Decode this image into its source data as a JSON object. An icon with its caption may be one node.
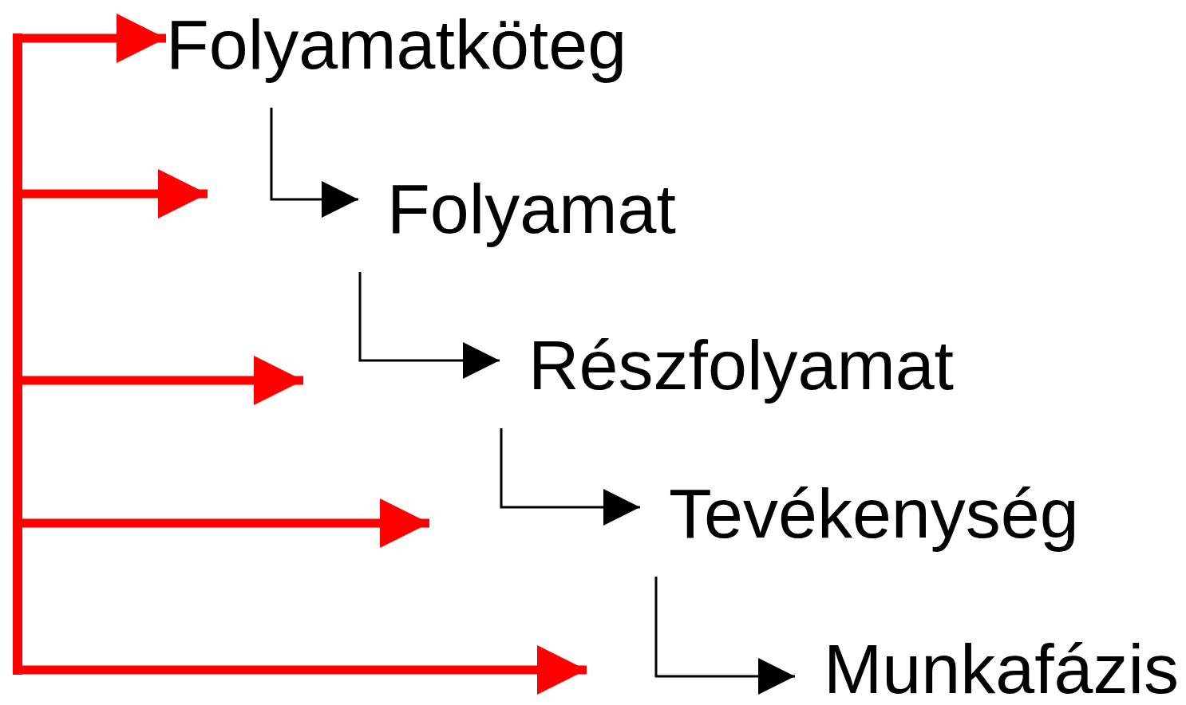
{
  "diagram": {
    "nodes": [
      {
        "text": [
          "Folyamatköteg"
        ]
      },
      {
        "text": [
          "Folyamat"
        ]
      },
      {
        "text": [
          "Részfolyamat"
        ]
      },
      {
        "text": [
          "Tevékenység"
        ]
      },
      {
        "text": [
          "Munkafázis"
        ]
      },
      {
        "text": [],
        "shape": "bar"
      }
    ],
    "edges": [
      {
        "from": 0,
        "to": 1,
        "arrow": "to",
        "color": "#000000"
      },
      {
        "from": 1,
        "to": 2,
        "arrow": "to",
        "color": "#000000"
      },
      {
        "from": 2,
        "to": 3,
        "arrow": "to",
        "color": "#000000"
      },
      {
        "from": 3,
        "to": 4,
        "arrow": "to",
        "color": "#000000"
      },
      {
        "from": 5,
        "to": 0,
        "arrow": "to"
      },
      {
        "from": 5,
        "to": null,
        "arrow": "to"
      },
      {
        "from": 5,
        "to": null,
        "arrow": "to"
      },
      {
        "from": 5,
        "to": null,
        "arrow": "to"
      },
      {
        "from": 5,
        "to": null,
        "arrow": "to"
      }
    ]
  }
}
